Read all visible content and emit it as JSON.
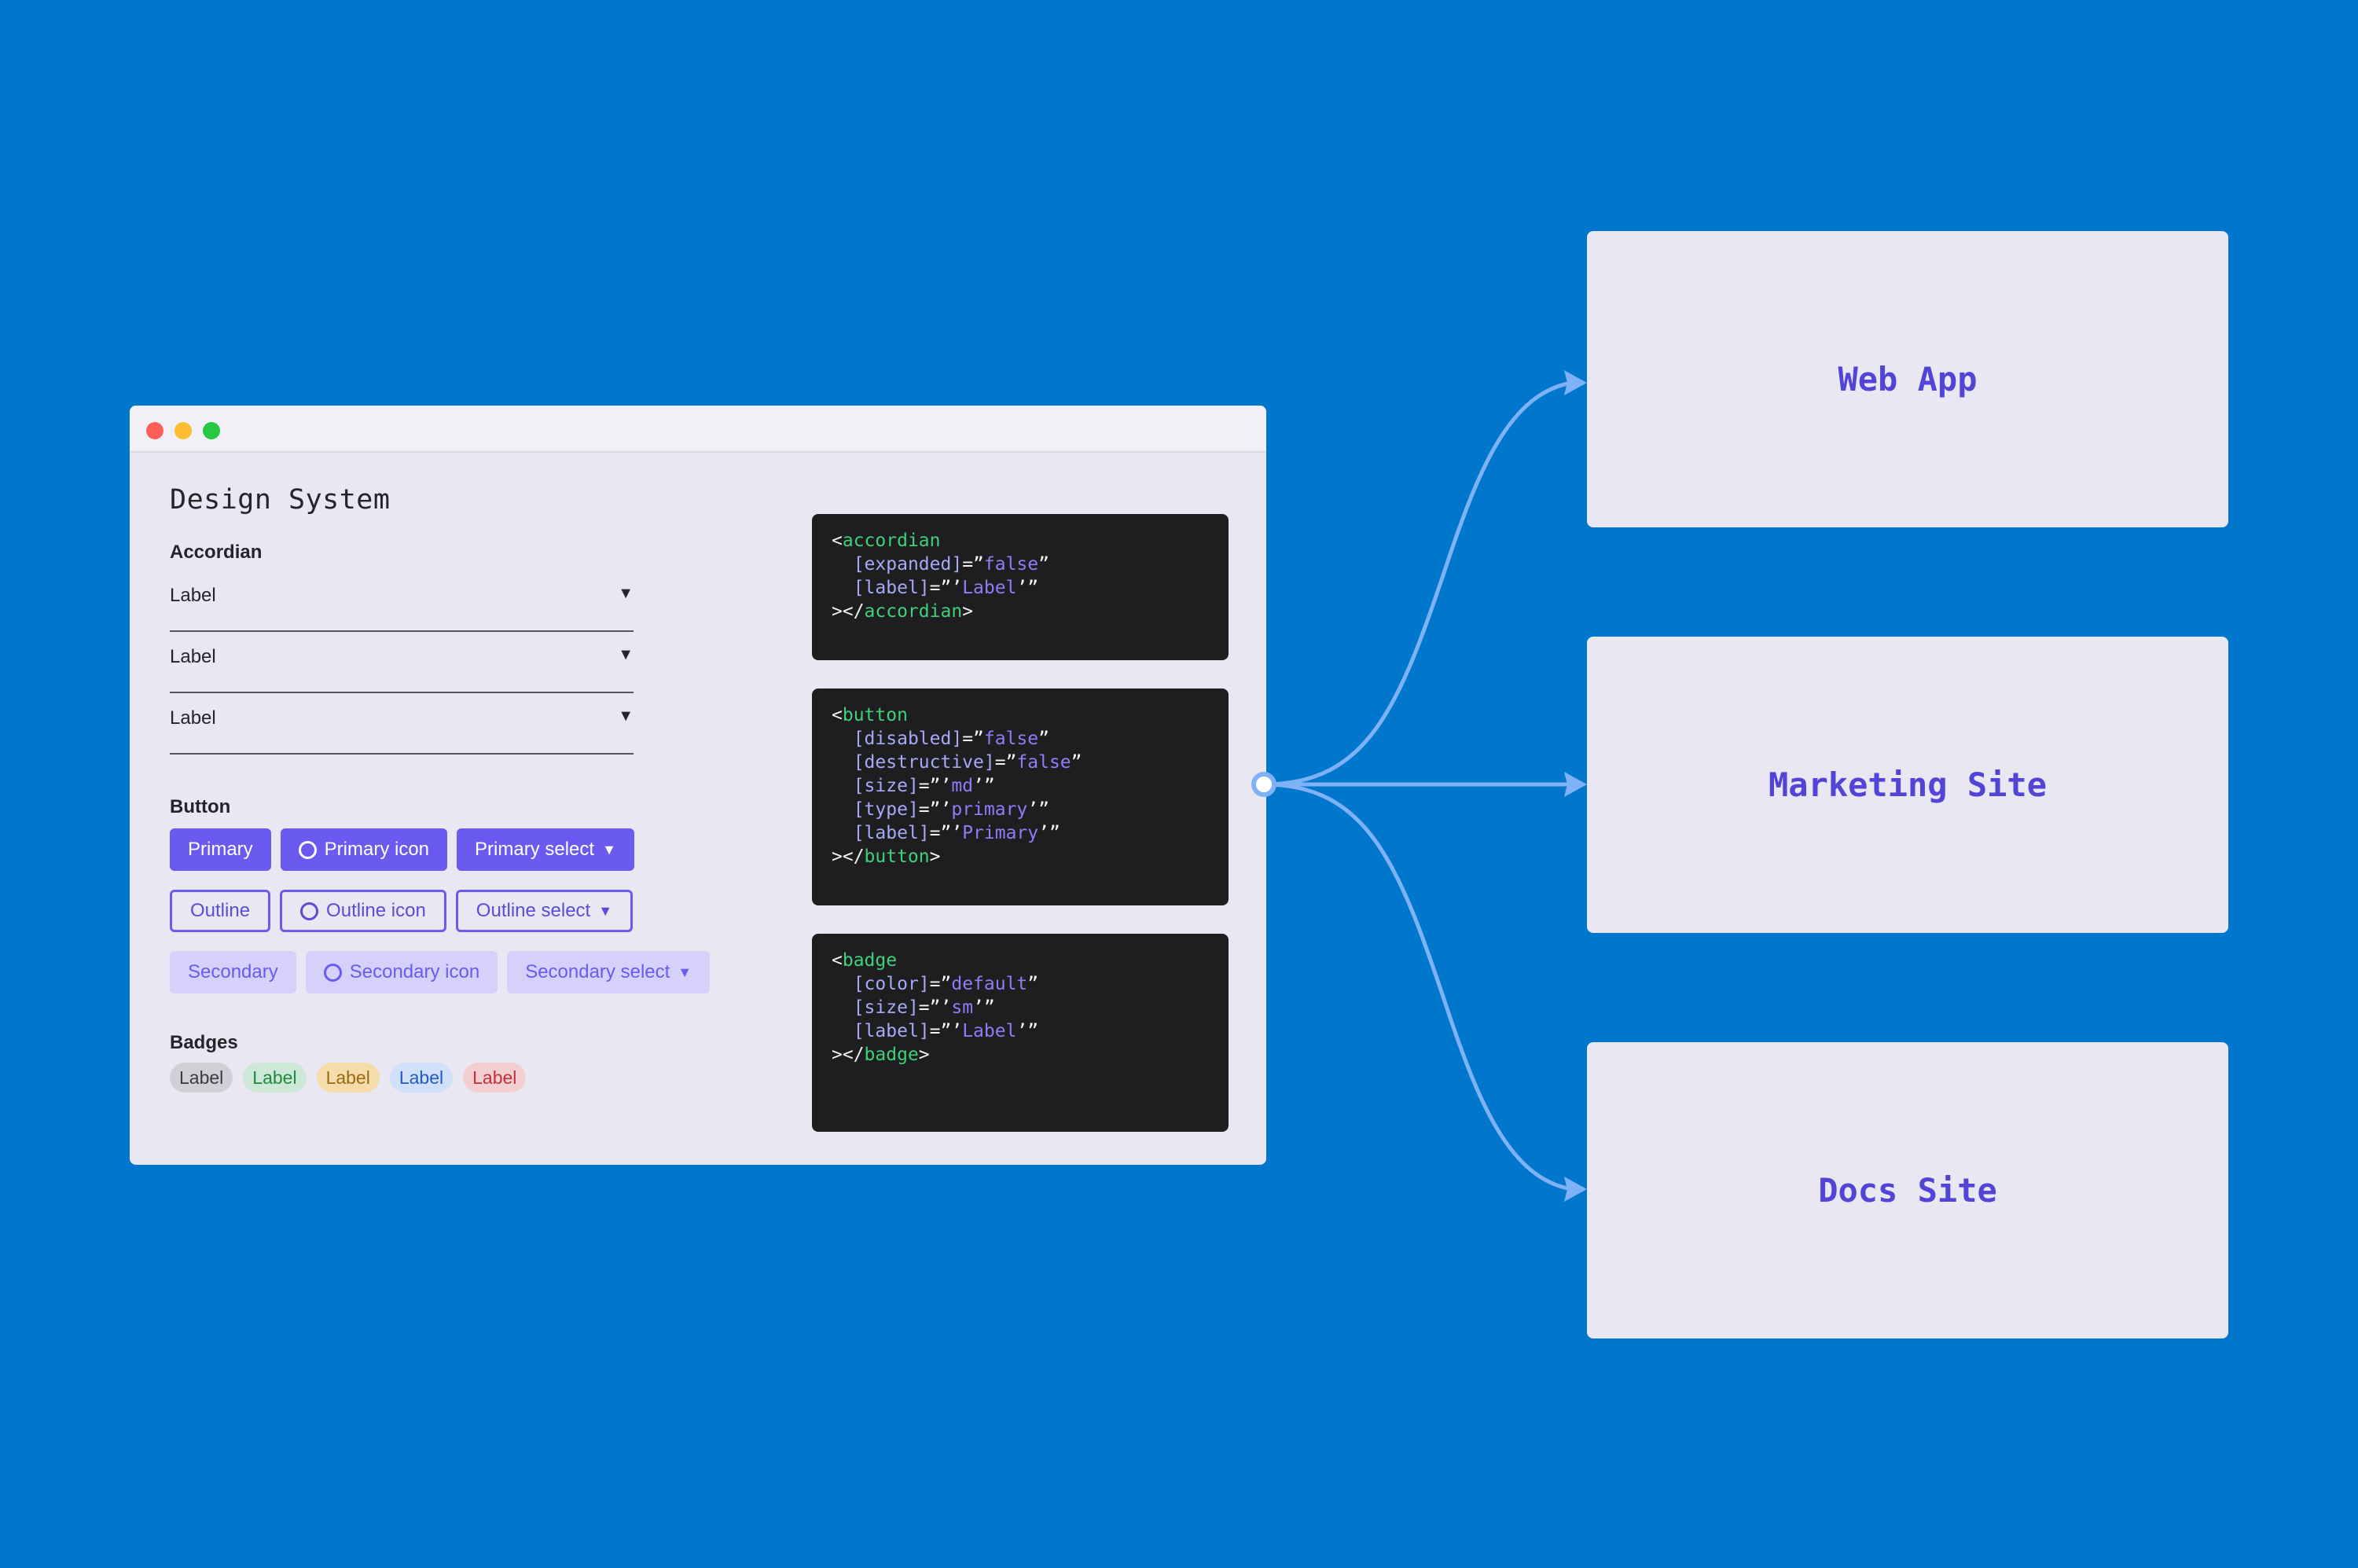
{
  "window": {
    "title": "Design System",
    "accordion": {
      "heading": "Accordian",
      "items": [
        {
          "label": "Label",
          "caret": "▼"
        },
        {
          "label": "Label",
          "caret": "▼"
        },
        {
          "label": "Label",
          "caret": "▼"
        }
      ]
    },
    "buttons": {
      "heading": "Button",
      "primary": [
        "Primary",
        "Primary icon",
        "Primary select"
      ],
      "outline": [
        "Outline",
        "Outline icon",
        "Outline select"
      ],
      "secondary": [
        "Secondary",
        "Secondary icon",
        "Secondary select"
      ],
      "caret": "▼"
    },
    "badges": {
      "heading": "Badges",
      "items": [
        {
          "label": "Label",
          "bg": "#d1d0d6",
          "fg": "#3c3b42"
        },
        {
          "label": "Label",
          "bg": "#cde8d6",
          "fg": "#1f8a3f"
        },
        {
          "label": "Label",
          "bg": "#f6dcaa",
          "fg": "#9a6a10"
        },
        {
          "label": "Label",
          "bg": "#cfe0f8",
          "fg": "#2459c9"
        },
        {
          "label": "Label",
          "bg": "#f4cfd2",
          "fg": "#c0303e"
        }
      ]
    },
    "code_blocks": [
      {
        "tag": "accordian",
        "attrs": [
          {
            "name": "[expanded]",
            "quote_open": "=”",
            "value": "false",
            "quote_close": "”"
          },
          {
            "name": "[label]",
            "quote_open": "=”’",
            "value": "Label",
            "quote_close": "’”"
          }
        ]
      },
      {
        "tag": "button",
        "attrs": [
          {
            "name": "[disabled]",
            "quote_open": "=”",
            "value": "false",
            "quote_close": "”"
          },
          {
            "name": "[destructive]",
            "quote_open": "=”",
            "value": "false",
            "quote_close": "”"
          },
          {
            "name": "[size]",
            "quote_open": "=”’",
            "value": "md",
            "quote_close": "’”"
          },
          {
            "name": "[type]",
            "quote_open": "=”’",
            "value": "primary",
            "quote_close": "’”"
          },
          {
            "name": "[label]",
            "quote_open": "=”’",
            "value": "Primary",
            "quote_close": "’”"
          }
        ]
      },
      {
        "tag": "badge",
        "attrs": [
          {
            "name": "[color]",
            "quote_open": "=”",
            "value": "default",
            "quote_close": "”"
          },
          {
            "name": "[size]",
            "quote_open": "=”’",
            "value": "sm",
            "quote_close": "’”"
          },
          {
            "name": "[label]",
            "quote_open": "=”’",
            "value": "Label",
            "quote_close": "’”"
          }
        ]
      }
    ]
  },
  "targets": [
    "Web App",
    "Marketing Site",
    "Docs Site"
  ],
  "colors": {
    "background": "#0077cc",
    "accent": "#6b5af0",
    "connector": "#7fb2f5",
    "target_text": "#5244d6"
  }
}
